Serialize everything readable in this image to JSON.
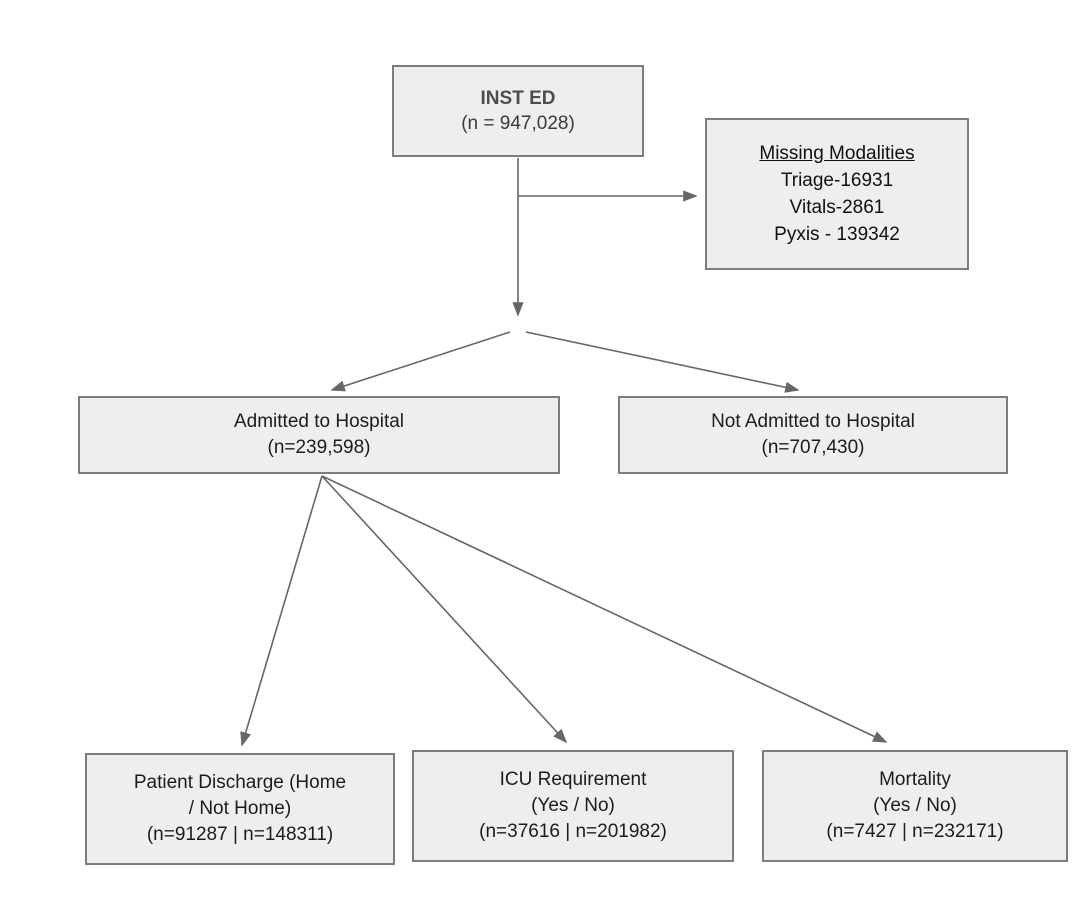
{
  "diagram": {
    "colors": {
      "box_fill": "#eeeeee",
      "box_border": "#7d7d7d",
      "arrow": "#666666",
      "text": "#1c1c1c",
      "top_box_text": "#4d4d4d"
    },
    "nodes": {
      "inst_ed": {
        "title": "INST ED",
        "count": "(n = 947,028)"
      },
      "missing_modalities": {
        "title": "Missing Modalities",
        "items": [
          "Triage-16931",
          "Vitals-2861",
          "Pyxis - 139342"
        ]
      },
      "admitted": {
        "title": "Admitted to Hospital",
        "count": "(n=239,598)"
      },
      "not_admitted": {
        "title": "Not Admitted to Hospital",
        "count": "(n=707,430)"
      },
      "patient_discharge": {
        "line1": "Patient Discharge (Home",
        "line2": "/ Not Home)",
        "counts": "(n=91287 | n=148311)"
      },
      "icu_requirement": {
        "line1": "ICU Requirement",
        "line2": "(Yes / No)",
        "counts": "(n=37616 | n=201982)"
      },
      "mortality": {
        "line1": "Mortality",
        "line2": "(Yes / No)",
        "counts": "(n=7427 | n=232171)"
      }
    }
  }
}
